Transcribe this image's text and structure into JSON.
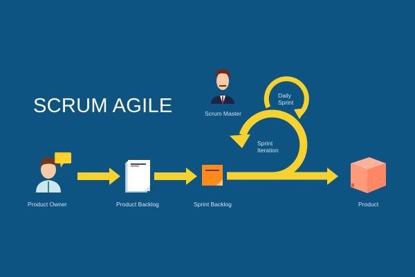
{
  "title": "SCRUM AGILE",
  "colors": {
    "background": "#0e5482",
    "arrow": "#f7d22c",
    "label": "#cfe3f1",
    "product_box": "#ff9a7a",
    "sprint_note": "#ff8a1c"
  },
  "nodes": [
    {
      "id": "product-owner",
      "label": "Product Owner",
      "icon": "person-with-speech-bubble-icon"
    },
    {
      "id": "product-backlog",
      "label": "Product Backlog",
      "icon": "document-stack-icon"
    },
    {
      "id": "sprint-backlog",
      "label": "Sprint Backlog",
      "icon": "sticky-note-icon"
    },
    {
      "id": "product",
      "label": "Product",
      "icon": "box-icon"
    }
  ],
  "scrum_master": {
    "label": "Scrum Master",
    "icon": "businessman-icon"
  },
  "loops": {
    "sprint_iteration": {
      "line1": "Sprint",
      "line2": "Iteration"
    },
    "daily_sprint": {
      "line1": "Daily",
      "line2": "Sprint"
    }
  }
}
